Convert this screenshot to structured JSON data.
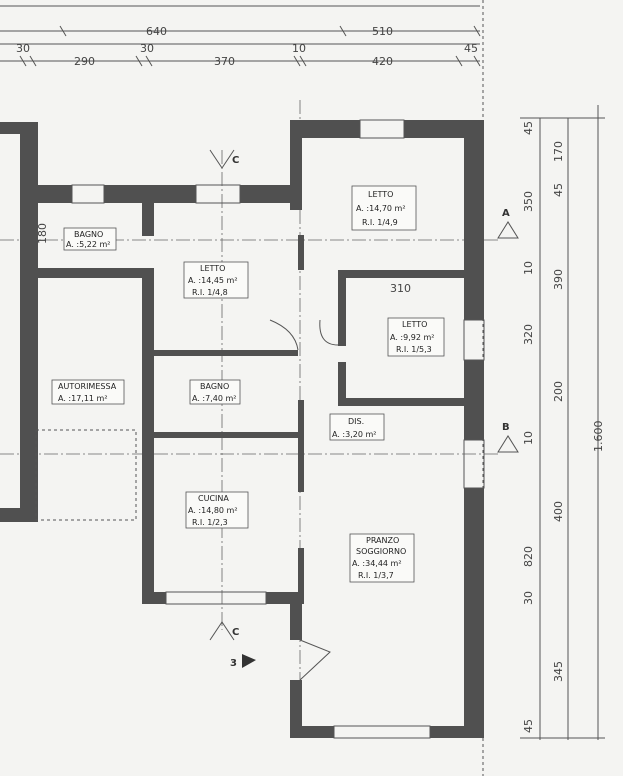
{
  "top_dims_row1": [
    "640",
    "510"
  ],
  "top_dims_row2": [
    "30",
    "30",
    "10",
    "45"
  ],
  "top_dims_row3": [
    "290",
    "370",
    "420"
  ],
  "right_dims_col1": [
    "45",
    "350",
    "10",
    "320",
    "10",
    "820",
    "30",
    "45"
  ],
  "right_dims_col2": [
    "170",
    "45",
    "390",
    "200",
    "400",
    "345"
  ],
  "right_total": "1.600",
  "internal_dims": {
    "d180": "180",
    "d310": "310"
  },
  "rooms": [
    {
      "name": "BAGNO",
      "area": "A. :5,22 m²",
      "ri": ""
    },
    {
      "name": "LETTO",
      "area": "A. :14,45 m²",
      "ri": "R.I. 1/4,8"
    },
    {
      "name": "LETTO",
      "area": "A. :14,70 m²",
      "ri": "R.I. 1/4,9"
    },
    {
      "name": "LETTO",
      "area": "A. :9,92 m²",
      "ri": "R.I. 1/5,3"
    },
    {
      "name": "AUTORIMESSA",
      "area": "A. :17,11 m²",
      "ri": ""
    },
    {
      "name": "BAGNO",
      "area": "A. :7,40 m²",
      "ri": ""
    },
    {
      "name": "DIS.",
      "area": "A. :3,20 m²",
      "ri": ""
    },
    {
      "name": "CUCINA",
      "area": "A. :14,80 m²",
      "ri": "R.I. 1/2,3"
    },
    {
      "name": "PRANZO SOGGIORNO",
      "name2": "SOGGIORNO",
      "name1": "PRANZO",
      "area": "A. :34,44 m²",
      "ri": "R.I. 1/3,7"
    }
  ],
  "section_marks": {
    "a": "A",
    "b": "B",
    "c_top": "C",
    "c_bottom": "C",
    "entry": "3"
  }
}
